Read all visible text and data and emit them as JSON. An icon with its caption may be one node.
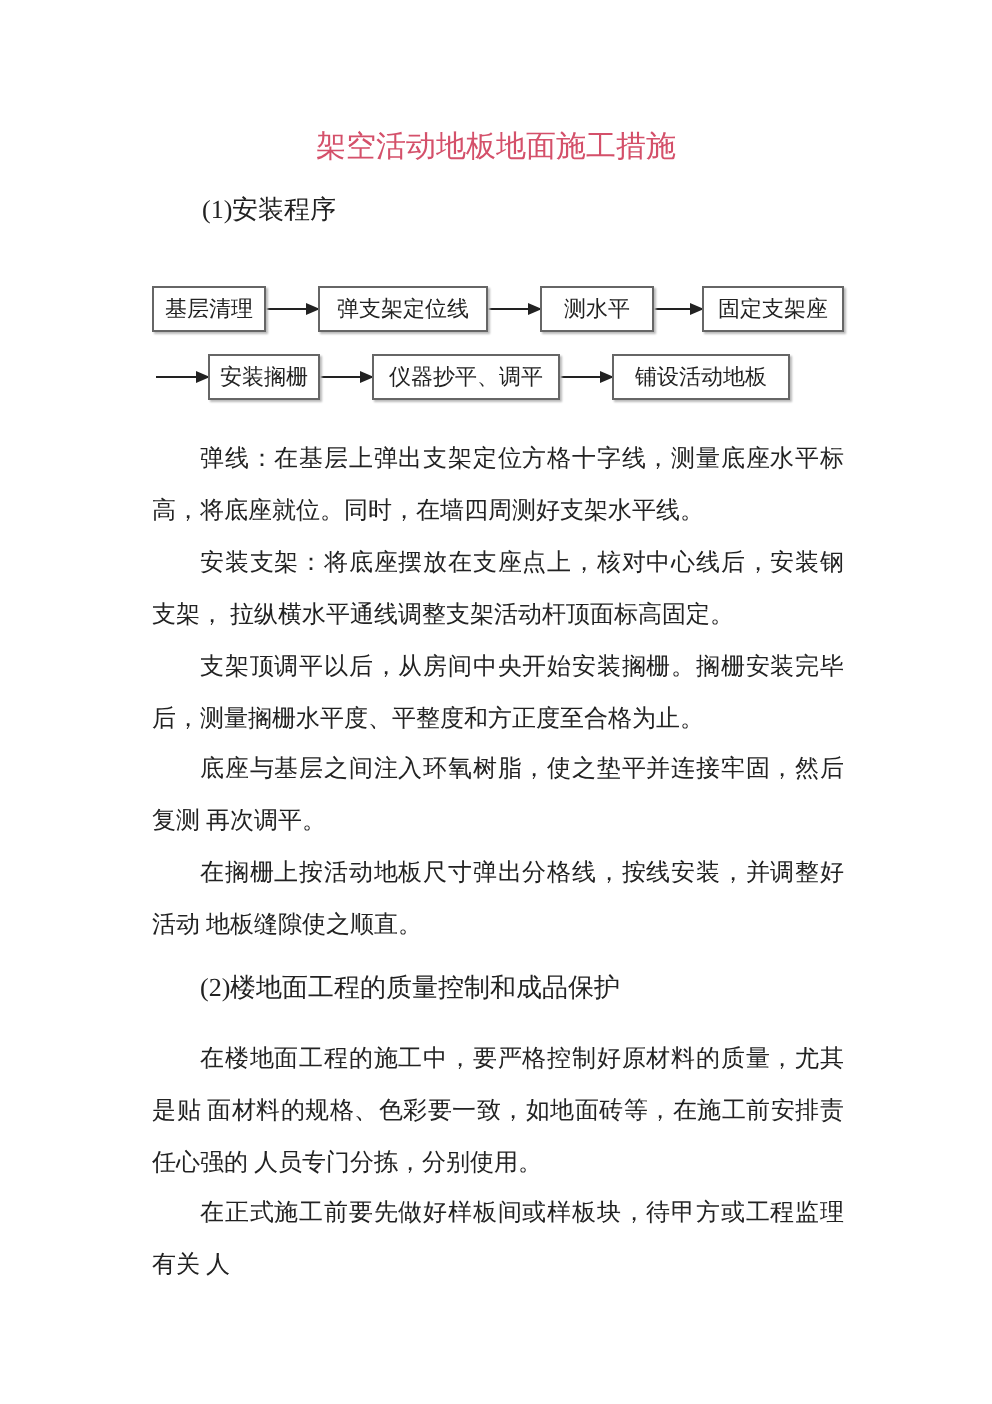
{
  "diagram": {
    "title": "架空活动地板地面施工措施",
    "nodes": [
      {
        "text": [
          "基层清理"
        ]
      },
      {
        "text": [
          "弹支架定位线"
        ]
      },
      {
        "text": [
          "测水平"
        ]
      },
      {
        "text": [
          "固定支架座"
        ]
      },
      {
        "text": [
          "安装搁栅"
        ]
      },
      {
        "text": [
          "仪器抄平、调平"
        ]
      },
      {
        "text": [
          "铺设活动地板"
        ]
      }
    ],
    "edges": [
      {
        "from": 0,
        "to": 1,
        "arrow": "to"
      },
      {
        "from": 1,
        "to": 2,
        "arrow": "to"
      },
      {
        "from": 2,
        "to": 3,
        "arrow": "to"
      },
      {
        "from": null,
        "to": 4,
        "arrow": "to"
      },
      {
        "from": 4,
        "to": 5,
        "arrow": "to"
      },
      {
        "from": 5,
        "to": 6,
        "arrow": "to"
      }
    ],
    "labels": [
      "(1)安装程序",
      "弹线：在基层上弹出支架定位方格十字线，测量底座水平标高，将底座就位。同时，在墙四周测好支架水平线。",
      "安装支架：将底座摆放在支座点上，核对中心线后，安装钢支架， 拉纵横水平通线调整支架活动杆顶面标高固定。",
      "支架顶调平以后，从房间中央开始安装搁栅。搁栅安装完毕后，测量搁栅水平度、平整度和方正度至合格为止。",
      "底座与基层之间注入环氧树脂，使之垫平并连接牢固，然后复测 再次调平。",
      "在搁栅上按活动地板尺寸弹出分格线，按线安装，并调整好活动 地板缝隙使之顺直。",
      "(2)楼地面工程的质量控制和成品保护",
      "在楼地面工程的施工中，要严格控制好原材料的质量，尤其是贴 面材料的规格、色彩要一致，如地面砖等，在施工前安排责任心强的 人员专门分拣，分别使用。",
      "在正式施工前要先做好样板间或样板块，待甲方或工程监理有关 人"
    ]
  }
}
